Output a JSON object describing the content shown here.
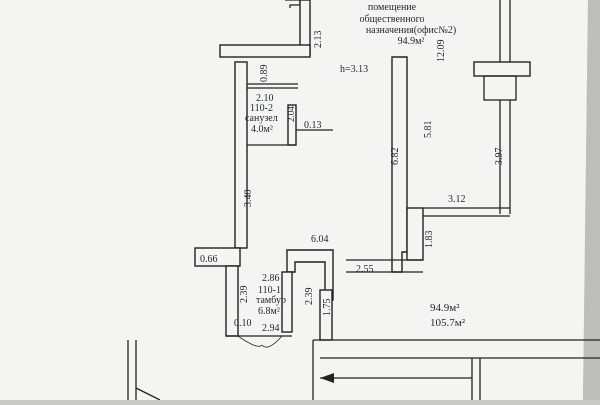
{
  "plan": {
    "office": {
      "line1": "помещение",
      "line2": "общественного",
      "line3": "назначения(офис№2)",
      "area": "94.9м²"
    },
    "ceiling_height": "h=3.13",
    "room_110_2": {
      "number": "110-2",
      "name": "санузел",
      "area": "4.0м²"
    },
    "room_110_1": {
      "number": "110-1",
      "name": "тамбур",
      "area": "6.8м²"
    },
    "totals": {
      "living": "94.9м²",
      "overall": "105.7м²"
    },
    "dims": {
      "d213": "2.13",
      "d1209": "12.09",
      "d089": "0.89",
      "d210": "2.10",
      "d204": "2.04",
      "d013": "0.13",
      "d581": "5.81",
      "d682": "6.82",
      "d397": "3.97",
      "d340": "3.40",
      "d312": "3.12",
      "d604": "6.04",
      "d183": "1.83",
      "d066": "0.66",
      "d286": "2.86",
      "d255": "2.55",
      "d239a": "2.39",
      "d239b": "2.39",
      "d175": "1.75",
      "d010": "0.10",
      "d294": "2.94"
    }
  }
}
